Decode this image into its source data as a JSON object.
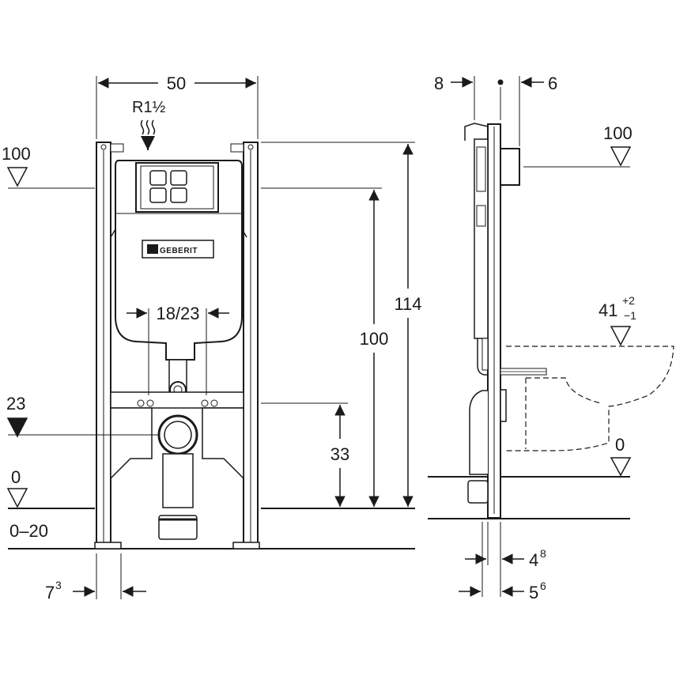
{
  "front_view": {
    "width": "50",
    "pipe_thread": "R1½",
    "brand": "GEBERIT",
    "spacing": "18/23",
    "height_total": "114",
    "height_100": "100",
    "height_33": "33",
    "level_100": "100",
    "level_23": "23",
    "level_0": "0",
    "floor_range": "0–20",
    "foot_base": "7",
    "foot_sup": "3"
  },
  "side_view": {
    "depth_left": "8",
    "depth_right": "6",
    "level_100": "100",
    "bowl_base": "41",
    "bowl_tol_plus": "+2",
    "bowl_tol_minus": "−1",
    "level_0": "0",
    "leg_a_base": "4",
    "leg_a_sup": "8",
    "leg_b_base": "5",
    "leg_b_sup": "6"
  }
}
